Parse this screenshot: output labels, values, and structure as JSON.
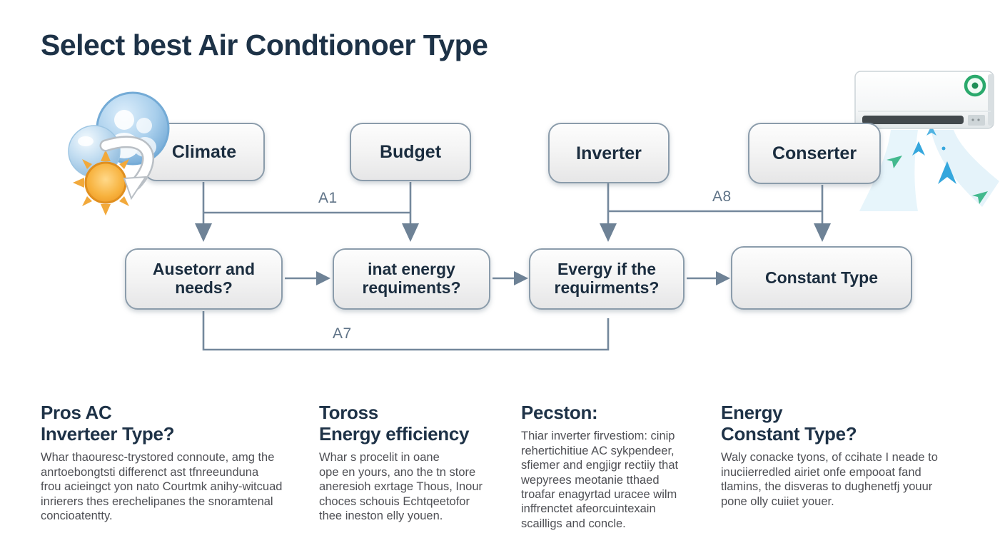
{
  "title": "Select best Air Condtionoer Type",
  "flowchart": {
    "top_row": [
      {
        "label": "Climate"
      },
      {
        "label": "Budget"
      },
      {
        "label": "Inverter"
      },
      {
        "label": "Conserter"
      }
    ],
    "middle_row": [
      {
        "label": "Ausetorr and\nneeds?"
      },
      {
        "label": "inat energy\nrequiments?"
      },
      {
        "label": "Evergy if the\nrequirments?"
      },
      {
        "label": "Constant Type"
      }
    ],
    "connector_labels": {
      "a1": "A1",
      "a8": "A8",
      "a7": "A7"
    }
  },
  "icons": {
    "left_cluster": "people-waterdrop-sun-arrow-icon",
    "top_right": "air-conditioner-with-airflow-icon"
  },
  "columns": [
    {
      "heading": "Pros AC\nInverteer Type?",
      "body": "Whar thaouresc-trystored connoute, amg the\nanrtoebongtsti differenct ast tfnreeunduna\nfrou acieingct yon nato Courtmk anihy-witcuad\ninrierers thes erechelipanes the snoramtenal\nconcioatentty."
    },
    {
      "heading": "Toross\nEnergy efficiency",
      "body": "Whar s procelit in oane\nope en yours, ano the tn store\naneresioh exrtage Thous, Inour\nchoces schouis Echtqeetofor\nthee ineston elly youen."
    },
    {
      "heading": "Pecston:",
      "body": "Thiar inverter firvestiom: cinip\nrehertichitiue AC sykpendeer,\nsfiemer and engjigr rectiiy that\nwepyrees meotanie tthaed\ntroafar enagyrtad uracee wilm\ninffrenctet afeorcuintexain\nscailligs and concle."
    },
    {
      "heading": "Energy\nConstant Type?",
      "body": "Waly conacke tyons, of ccihate I neade to\ninuciierredled airiet onfe empooat fand\ntlamins, the disveras to dughenetfj youur\npone olly cuiiet youer."
    }
  ],
  "colors": {
    "title_navy": "#1d3247",
    "box_text_navy": "#1b2d3f",
    "box_border": "#8b9cab",
    "connector": "#74889c",
    "icon_blue": "#7db8e0",
    "sun_orange": "#f5a623",
    "ac_green": "#2aa96c",
    "airflow_blue": "#35a7dd",
    "airflow_teal": "#43b98e"
  }
}
